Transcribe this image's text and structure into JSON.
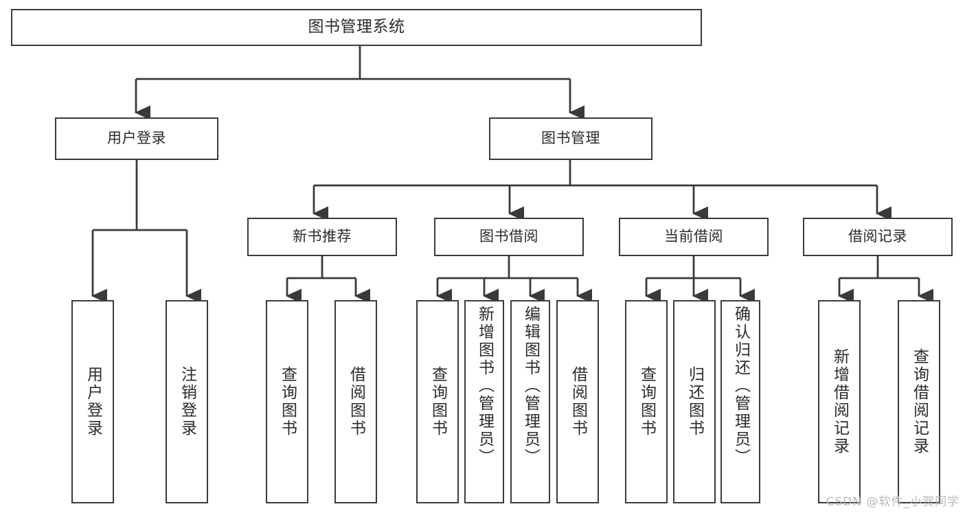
{
  "diagram": {
    "title": "图书管理系统",
    "type": "tree",
    "root": {
      "label": "图书管理系统"
    },
    "level1": [
      {
        "label": "用户登录"
      },
      {
        "label": "图书管理"
      }
    ],
    "level2": [
      {
        "label": "新书推荐"
      },
      {
        "label": "图书借阅"
      },
      {
        "label": "当前借阅"
      },
      {
        "label": "借阅记录"
      }
    ],
    "leaves": {
      "user_login": [
        {
          "label": "用户登录"
        },
        {
          "label": "注销登录"
        }
      ],
      "new_book_recommend": [
        {
          "label": "查询图书"
        },
        {
          "label": "借阅图书"
        }
      ],
      "book_borrow": [
        {
          "label": "查询图书"
        },
        {
          "label": "新增图书（管理员）"
        },
        {
          "label": "编辑图书（管理员）"
        },
        {
          "label": "借阅图书"
        }
      ],
      "current_borrow": [
        {
          "label": "查询图书"
        },
        {
          "label": "归还图书"
        },
        {
          "label": "确认归还（管理员）"
        }
      ],
      "borrow_record": [
        {
          "label": "新增借阅记录"
        },
        {
          "label": "查询借阅记录"
        }
      ]
    }
  },
  "watermark": {
    "text": "CSDN @软件_小贺同学"
  },
  "colors": {
    "border": "#3a3a3a",
    "text": "#2b2b2b",
    "background": "#ffffff",
    "watermark": "#b9b9b9"
  }
}
